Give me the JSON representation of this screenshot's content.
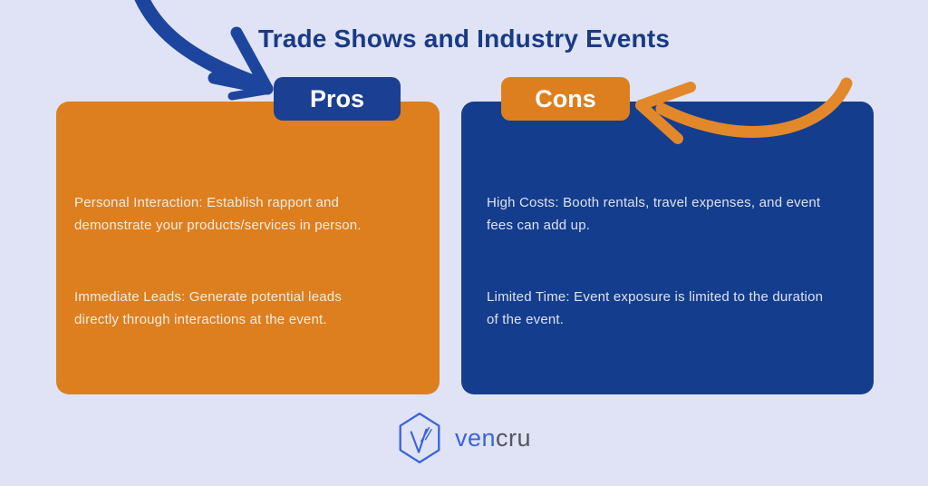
{
  "title": "Trade Shows and Industry Events",
  "pros": {
    "label": "Pros",
    "items": [
      "Personal Interaction: Establish rapport and demonstrate your products/services in person.",
      "Immediate Leads: Generate potential leads directly through interactions at the event."
    ]
  },
  "cons": {
    "label": "Cons",
    "items": [
      "High Costs: Booth rentals, travel expenses, and event fees can add up.",
      "Limited Time: Event exposure is limited to the duration of the event."
    ]
  },
  "logo": {
    "brand_ven": "ven",
    "brand_cru": "cru"
  },
  "icons": {
    "arrow_to_pros": "hand-drawn curved arrow pointing down-right at Pros",
    "arrow_to_cons": "hand-drawn curved arrow pointing left at Cons",
    "logo_mark": "hexagon with V monogram"
  },
  "colors": {
    "bg": "#dfe3f5",
    "navy": "#1b3a85",
    "pill_blue": "#1b3f92",
    "box_blue": "#153d8d",
    "box_orange": "#dd7f1f",
    "arrow_blue": "#1d459e",
    "arrow_orange": "#e2882b",
    "logo_blue": "#3c63d9",
    "logo_gray": "#55555c",
    "text_on_orange": "#f2ece4",
    "text_on_blue": "#dce2f2"
  }
}
